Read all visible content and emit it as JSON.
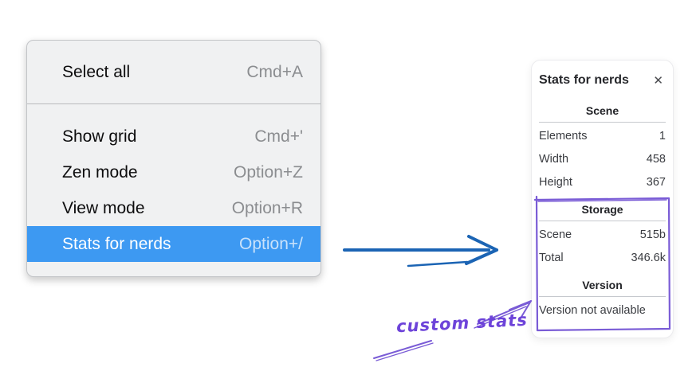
{
  "colors": {
    "menu-highlight": "#3d99f2",
    "arrow-blue": "#1b64b4",
    "purple": "#7a5cd6",
    "purple-text": "#6d43d9"
  },
  "menu": {
    "items": [
      {
        "label": "Select all",
        "shortcut": "Cmd+A",
        "highlighted": false
      },
      {
        "label": "Show grid",
        "shortcut": "Cmd+'",
        "highlighted": false
      },
      {
        "label": "Zen mode",
        "shortcut": "Option+Z",
        "highlighted": false
      },
      {
        "label": "View mode",
        "shortcut": "Option+R",
        "highlighted": false
      },
      {
        "label": "Stats for nerds",
        "shortcut": "Option+/",
        "highlighted": true
      }
    ]
  },
  "stats_panel": {
    "title": "Stats for nerds",
    "close_icon": "✕",
    "sections": [
      {
        "heading": "Scene",
        "rows": [
          [
            "Elements",
            "1"
          ],
          [
            "Width",
            "458"
          ],
          [
            "Height",
            "367"
          ]
        ]
      },
      {
        "heading": "Storage",
        "rows": [
          [
            "Scene",
            "515b"
          ],
          [
            "Total",
            "346.6k"
          ]
        ]
      },
      {
        "heading": "Version",
        "note": "Version not available"
      }
    ]
  },
  "annotations": {
    "custom_stats_label": "custom stats"
  }
}
